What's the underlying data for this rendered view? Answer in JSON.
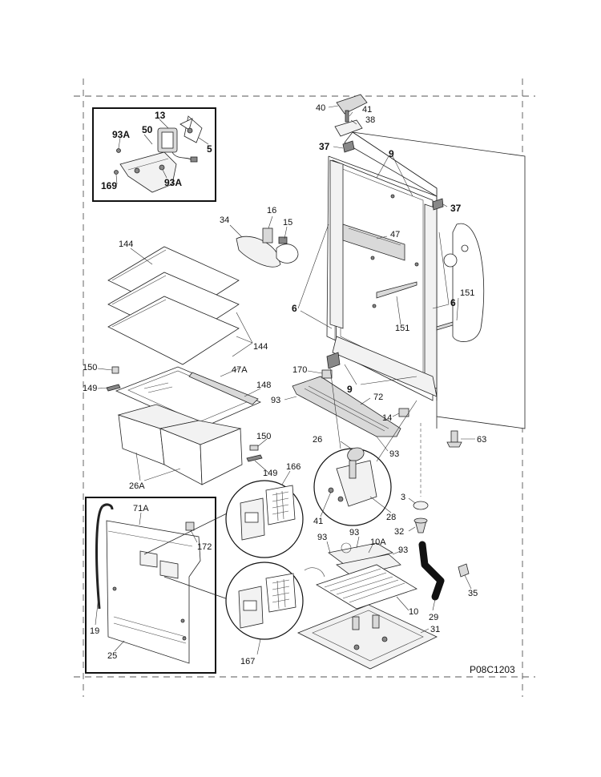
{
  "diagram_code": "P08C1203",
  "callouts": {
    "c_13": "13",
    "c_50": "50",
    "c_93A_1": "93A",
    "c_5": "5",
    "c_169": "169",
    "c_93A_2": "93A",
    "c_40": "40",
    "c_41_top": "41",
    "c_38": "38",
    "c_37_left": "37",
    "c_9_top": "9",
    "c_37_right": "37",
    "c_34": "34",
    "c_16": "16",
    "c_15": "15",
    "c_47": "47",
    "c_144_top": "144",
    "c_144_side": "144",
    "c_6_left": "6",
    "c_151_right": "151",
    "c_6_right": "6",
    "c_151_mid": "151",
    "c_150_top": "150",
    "c_149_top": "149",
    "c_47A": "47A",
    "c_148": "148",
    "c_170": "170",
    "c_9_bottom": "9",
    "c_93_left": "93",
    "c_72": "72",
    "c_14": "14",
    "c_63": "63",
    "c_150_bottom": "150",
    "c_26": "26",
    "c_93_right": "93",
    "c_149_bottom": "149",
    "c_26A": "26A",
    "c_166": "166",
    "c_71A": "71A",
    "c_172": "172",
    "c_41_bottom": "41",
    "c_28": "28",
    "c_3": "3",
    "c_32": "32",
    "c_93_a": "93",
    "c_93_b": "93",
    "c_10A": "10A",
    "c_93_c": "93",
    "c_35": "35",
    "c_10": "10",
    "c_29": "29",
    "c_31": "31",
    "c_19": "19",
    "c_25": "25",
    "c_167": "167"
  }
}
